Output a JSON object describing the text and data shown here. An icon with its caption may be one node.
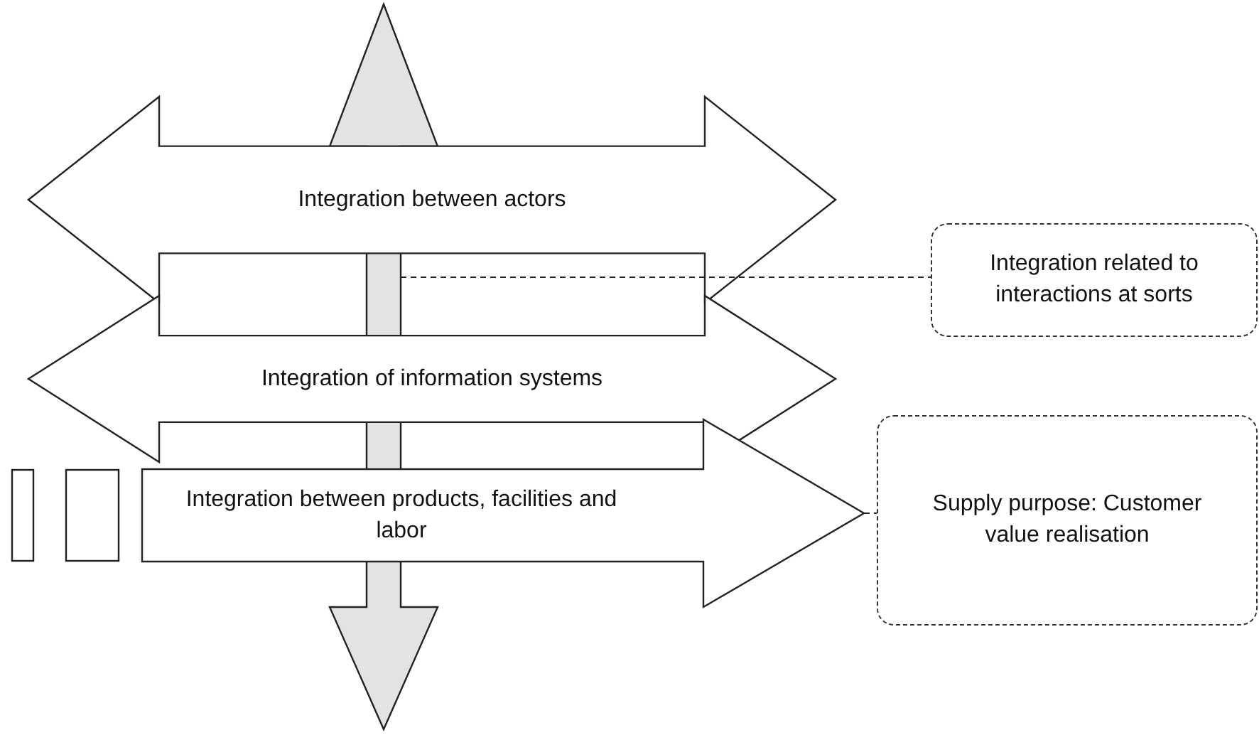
{
  "diagram": {
    "nodes": [
      {
        "text": [],
        "shape": "arrow"
      },
      {
        "text": [
          "Integration between actors"
        ]
      },
      {
        "text": [
          "Integration of information systems"
        ]
      },
      {
        "text": [
          "Integration related to interactions at sorts"
        ]
      },
      {
        "text": [],
        "shape": "box"
      },
      {
        "text": [],
        "shape": "box"
      },
      {
        "text": [
          "Integration between products, facilities and labor"
        ]
      },
      {
        "text": [
          "Supply purpose: Customer value realisation"
        ]
      }
    ],
    "edges": [
      {
        "from": 0,
        "to": 3,
        "arrow": "none",
        "style": "dashed"
      },
      {
        "from": 6,
        "to": 7,
        "arrow": "none",
        "style": "dashed"
      }
    ]
  }
}
